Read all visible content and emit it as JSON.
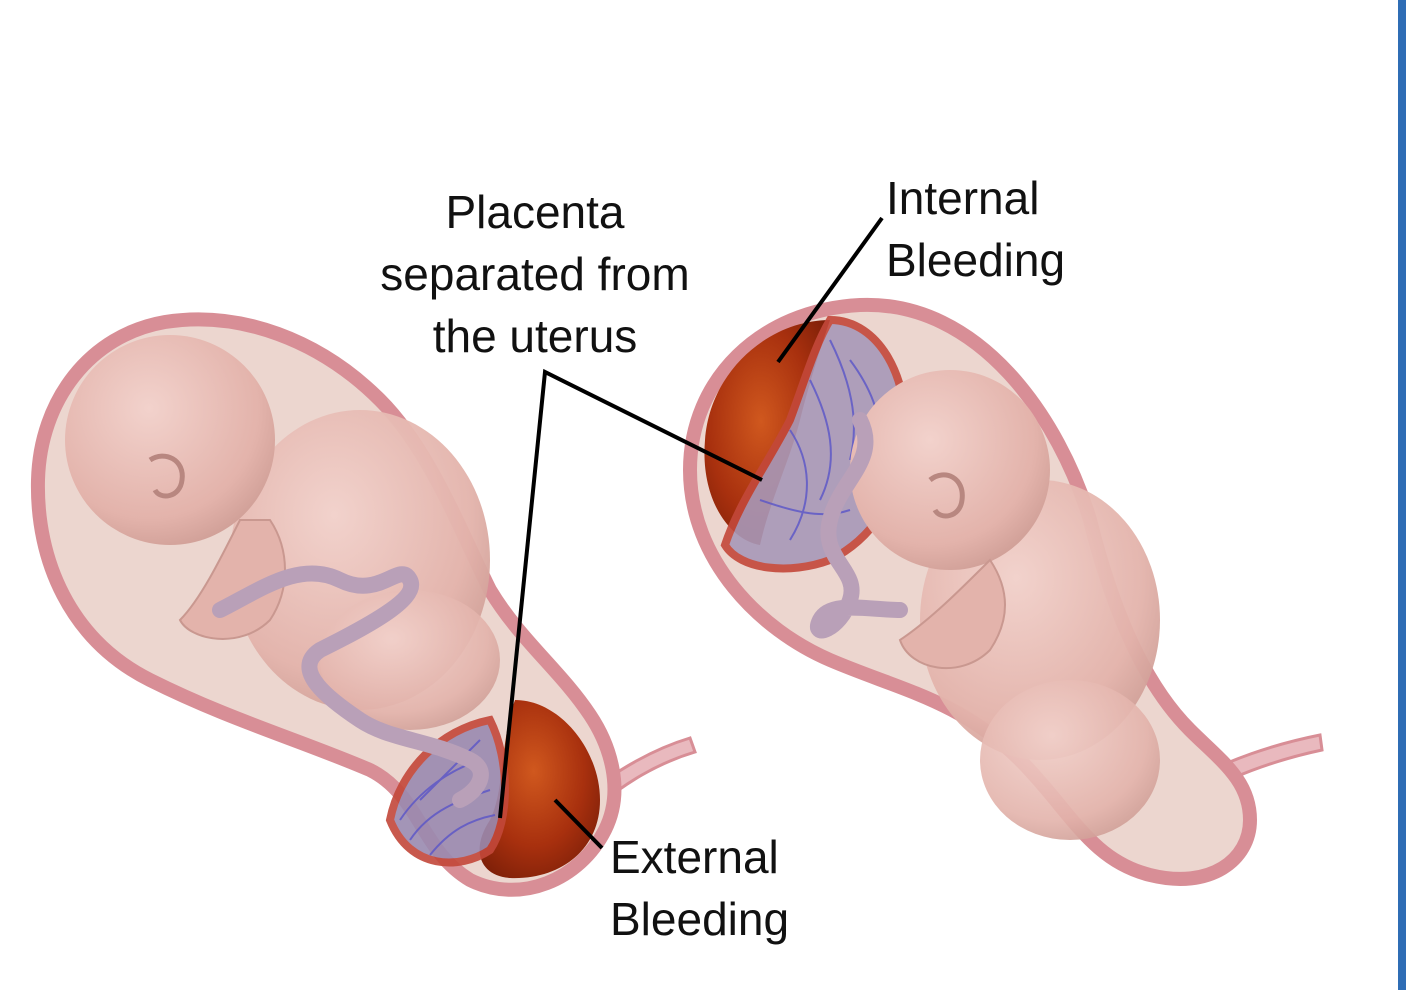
{
  "colors": {
    "uterus_wall": "#d88e96",
    "amniotic_fill": "#ecd6cf",
    "fetus_skin": "#e8bfb8",
    "fetus_shadow": "#c99890",
    "umbilical_cord": "#b9a0b8",
    "blood": "#a8300e",
    "blood_highlight": "#d0581e",
    "placenta_vessel": "#5a55c8",
    "placenta_tissue": "#c3483a",
    "leader_line": "#000000",
    "right_border": "#2f6db5"
  },
  "labels": {
    "placenta": {
      "line1": "Placenta",
      "line2": "separated from",
      "line3": "the uterus"
    },
    "internal": {
      "line1": "Internal",
      "line2": "Bleeding"
    },
    "external": {
      "line1": "External",
      "line2": "Bleeding"
    }
  }
}
